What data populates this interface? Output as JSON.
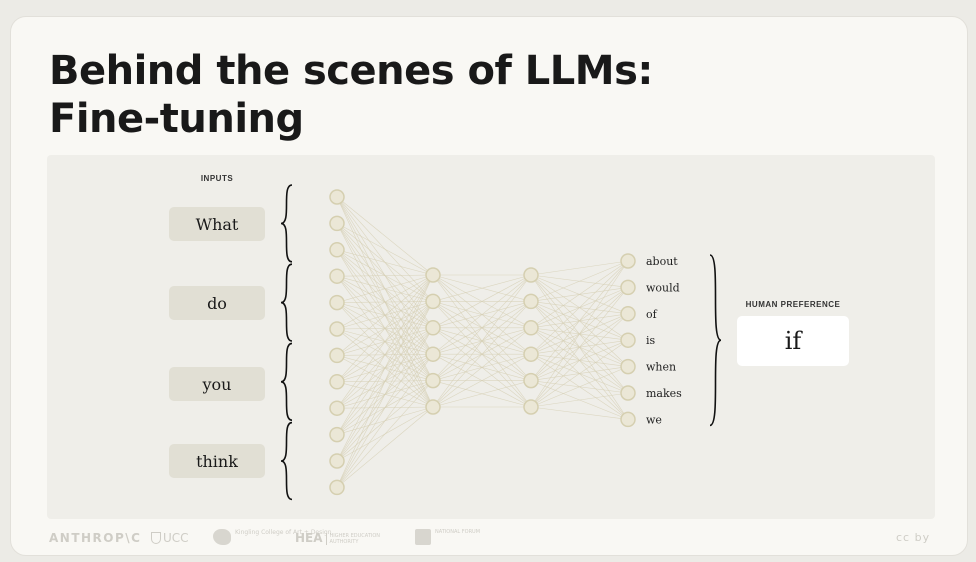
{
  "slide": {
    "title_line1": "Behind the scenes of LLMs:",
    "title_line2": "Fine-tuning"
  },
  "diagram": {
    "inputs_label": "INPUTS",
    "inputs": [
      "What",
      "do",
      "you",
      "think"
    ],
    "layers": [
      12,
      6,
      6,
      7
    ],
    "outputs": [
      "about",
      "would",
      "of",
      "is",
      "when",
      "makes",
      "we"
    ],
    "preference_label": "HUMAN PREFERENCE",
    "preference_value": "if"
  },
  "footer": {
    "anthropic_logo": "ANTHROP\\C",
    "ucc_logo": "UCC",
    "kcad_logo": "Kingling College of Art + Design",
    "hea_logo": "HEA",
    "hea_subtitle": "HIGHER EDUCATION AUTHORITY",
    "nf_logo": "NATIONAL FORUM",
    "cc_logo": "cc by"
  },
  "colors": {
    "node_fill": "#ebe7d6",
    "node_stroke": "#d5cfb0",
    "edge": "#d4cdb2",
    "input_box": "#e1dfd4",
    "preference_box": "#ffffff",
    "text_dark": "#191919"
  }
}
